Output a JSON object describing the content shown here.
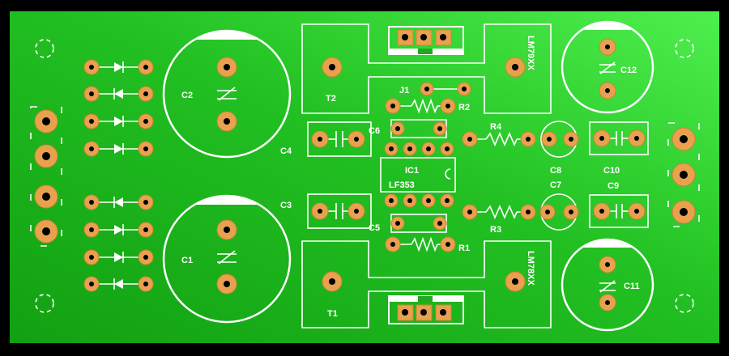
{
  "board": {
    "colors": {
      "background": "#000000",
      "board_dark": "#12a012",
      "board_light": "#4ef04e",
      "pad": "#e8a24e",
      "silkscreen": "#ffffff"
    }
  },
  "labels": {
    "C1": "C1",
    "C2": "C2",
    "C3": "C3",
    "C4": "C4",
    "C5": "C5",
    "C6": "C6",
    "C7": "C7",
    "C8": "C8",
    "C9": "C9",
    "C10": "C10",
    "C11": "C11",
    "C12": "C12",
    "R1": "R1",
    "R2": "R2",
    "R3": "R3",
    "R4": "R4",
    "J1": "J1",
    "T1": "T1",
    "T2": "T2",
    "IC1": "IC1",
    "LF353": "LF353",
    "LM78XX": "LM78XX",
    "LM79XX": "LM79XX"
  }
}
